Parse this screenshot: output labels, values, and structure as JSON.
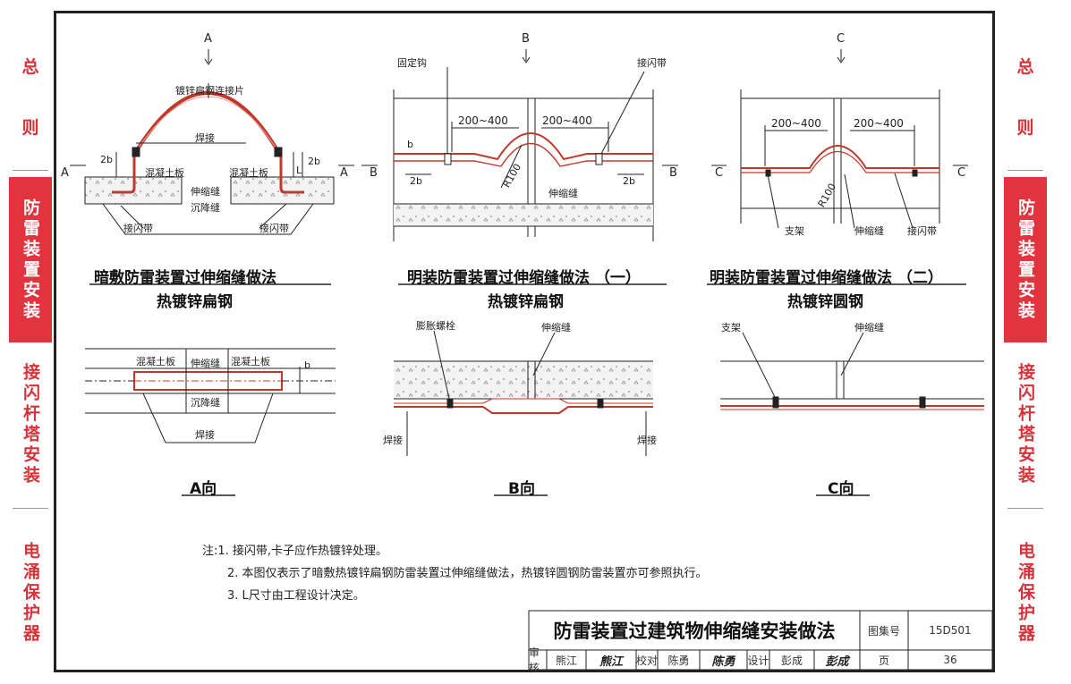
{
  "sidebar": {
    "left": [
      {
        "label": "总",
        "active": false
      },
      {
        "label": "则",
        "active": false
      },
      {
        "label": "防雷装置安装",
        "active": true
      },
      {
        "label": "接闪杆塔安装",
        "active": false
      },
      {
        "label": "电涌保护器",
        "active": false
      }
    ],
    "right": [
      {
        "label": "总",
        "active": false
      },
      {
        "label": "则",
        "active": false
      },
      {
        "label": "防雷装置安装",
        "active": true
      },
      {
        "label": "接闪杆塔安装",
        "active": false
      },
      {
        "label": "电涌保护器",
        "active": false
      }
    ]
  },
  "colors": {
    "accent": "#e2343f",
    "strip": "#d8323a",
    "line": "#222222"
  },
  "figure1": {
    "section_mark": "A",
    "label_connector": "镀锌扁钢连接片",
    "label_weld": "焊接",
    "label_concrete_l": "混凝土板",
    "label_concrete_r": "混凝土板",
    "label_expansion": "伸缩缝",
    "label_settlement": "沉降缝",
    "label_strip_l": "接闪带",
    "label_strip_r": "接闪带",
    "dim_2b_l": "2b",
    "dim_2b_r": "2b",
    "dim_l": "L",
    "caption": "暗敷防雷装置过伸缩缝做法",
    "subcaption": "热镀锌扁钢"
  },
  "figure2": {
    "section_mark": "B",
    "label_hook": "固定钩",
    "label_strip": "接闪带",
    "dim_left": "200~400",
    "dim_right": "200~400",
    "dim_b": "b",
    "dim_2b_l": "2b",
    "dim_2b_r": "2b",
    "radius": "R100",
    "label_expansion": "伸缩缝",
    "caption": "明装防雷装置过伸缩缝做法 （一）",
    "subcaption": "热镀锌扁钢"
  },
  "figure3": {
    "section_mark": "C",
    "dim_left": "200~400",
    "dim_right": "200~400",
    "radius": "R100",
    "label_support": "支架",
    "label_expansion": "伸缩缝",
    "label_strip": "接闪带",
    "caption": "明装防雷装置过伸缩缝做法 （二）",
    "subcaption": "热镀锌圆钢"
  },
  "view_a": {
    "label_concrete_l": "混凝土板",
    "label_concrete_r": "混凝土板",
    "label_expansion": "伸缩缝",
    "label_settlement": "沉降缝",
    "label_weld": "焊接",
    "dim_b": "b",
    "caption": "A向"
  },
  "view_b": {
    "label_bolt": "膨胀螺栓",
    "label_expansion": "伸缩缝",
    "label_weld_l": "焊接",
    "label_weld_r": "焊接",
    "caption": "B向"
  },
  "view_c": {
    "label_support": "支架",
    "label_expansion": "伸缩缝",
    "caption": "C向"
  },
  "notes": {
    "prefix": "注:",
    "items": [
      "1.  接闪带,卡子应作热镀锌处理。",
      "2.  本图仅表示了暗敷热镀锌扁钢防雷装置过伸缩缝做法，热镀锌圆钢防雷装置亦可参照执行。",
      "3.  L尺寸由工程设计决定。"
    ]
  },
  "titleblock": {
    "title": "防雷装置过建筑物伸缩缝安装做法",
    "atlas_label": "图集号",
    "atlas_no": "15D501",
    "review_label": "审核",
    "reviewer": "熊江",
    "reviewer_sig": "熊江",
    "check_label": "校对",
    "checker": "陈勇",
    "checker_sig": "陈勇",
    "design_label": "设计",
    "designer": "彭成",
    "designer_sig": "彭成",
    "page_label": "页",
    "page_no": "36"
  }
}
